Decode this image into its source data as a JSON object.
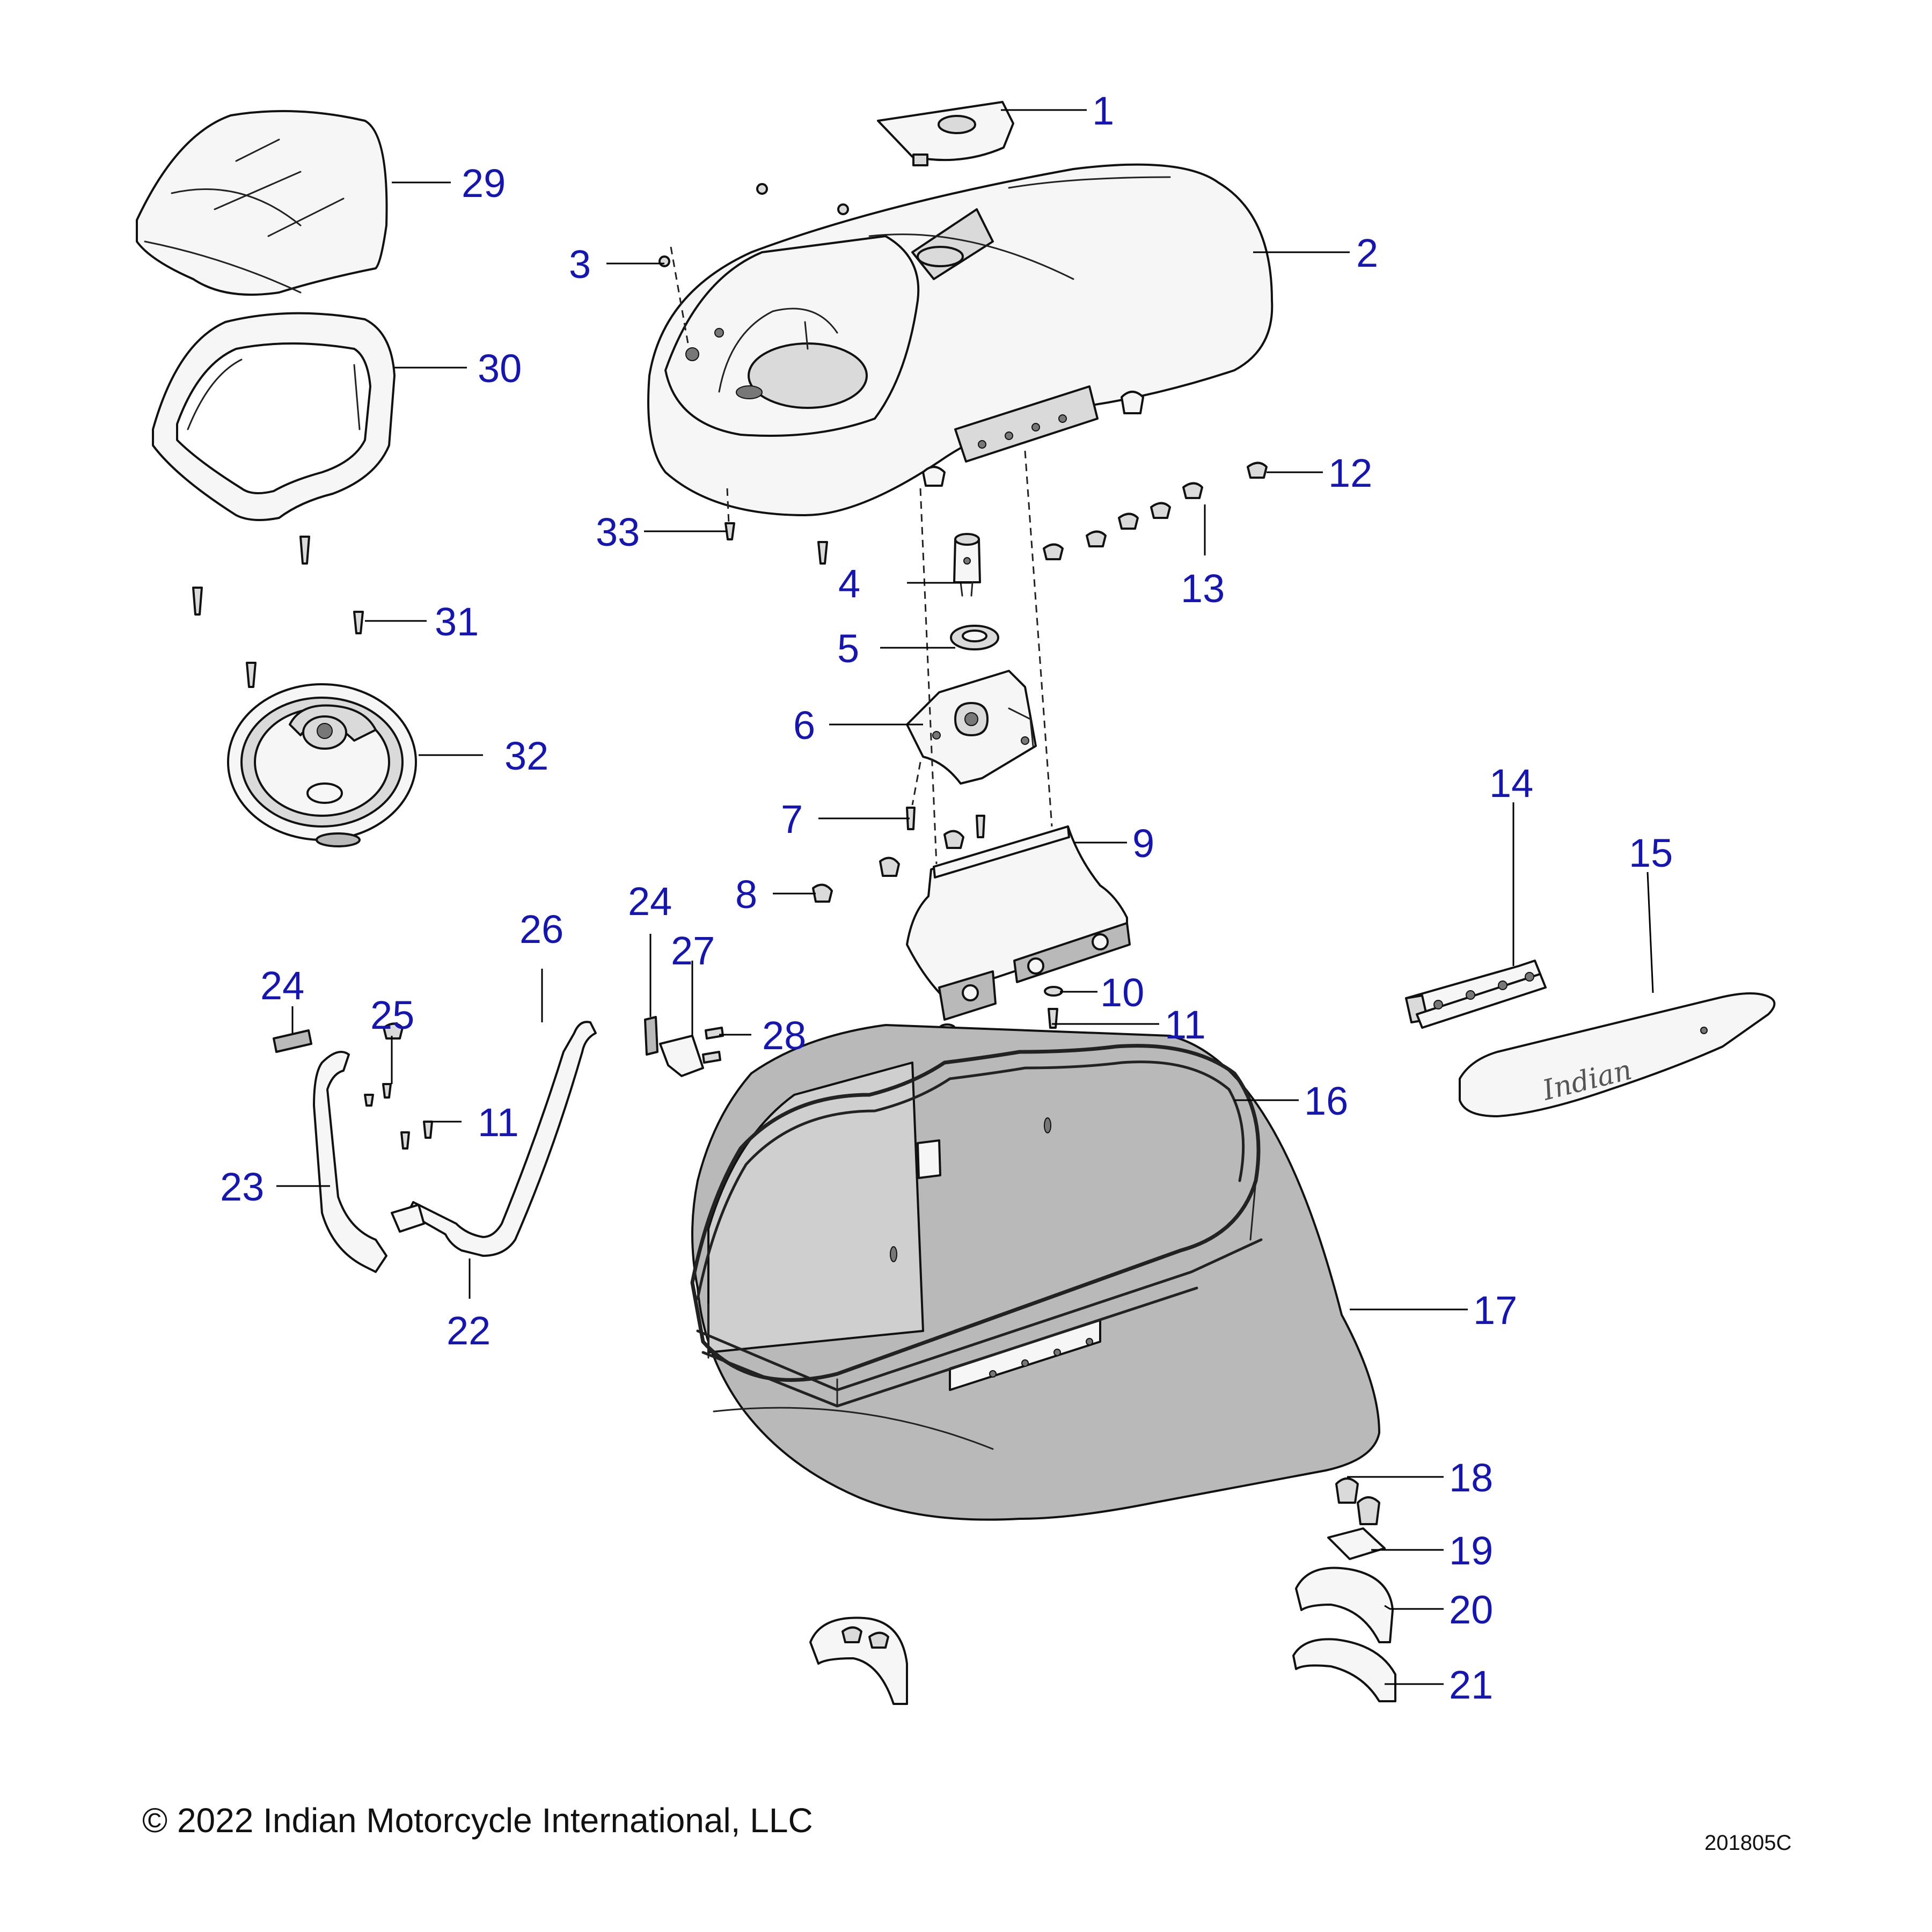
{
  "copyright": "© 2022 Indian Motorcycle International, LLC",
  "drawing_id": "201805C",
  "callouts": {
    "c1": "1",
    "c2": "2",
    "c3": "3",
    "c4": "4",
    "c5": "5",
    "c6": "6",
    "c7": "7",
    "c8": "8",
    "c9": "9",
    "c10": "10",
    "c11a": "11",
    "c11b": "11",
    "c12": "12",
    "c13": "13",
    "c14": "14",
    "c15": "15",
    "c16": "16",
    "c17": "17",
    "c18": "18",
    "c19": "19",
    "c20": "20",
    "c21": "21",
    "c22": "22",
    "c23": "23",
    "c24a": "24",
    "c24b": "24",
    "c25": "25",
    "c26": "26",
    "c27": "27",
    "c28": "28",
    "c29": "29",
    "c30": "30",
    "c31": "31",
    "c32": "32",
    "c33": "33"
  },
  "badge_text": "Indian",
  "colors": {
    "callout": "#1515b4",
    "line": "#000000"
  }
}
